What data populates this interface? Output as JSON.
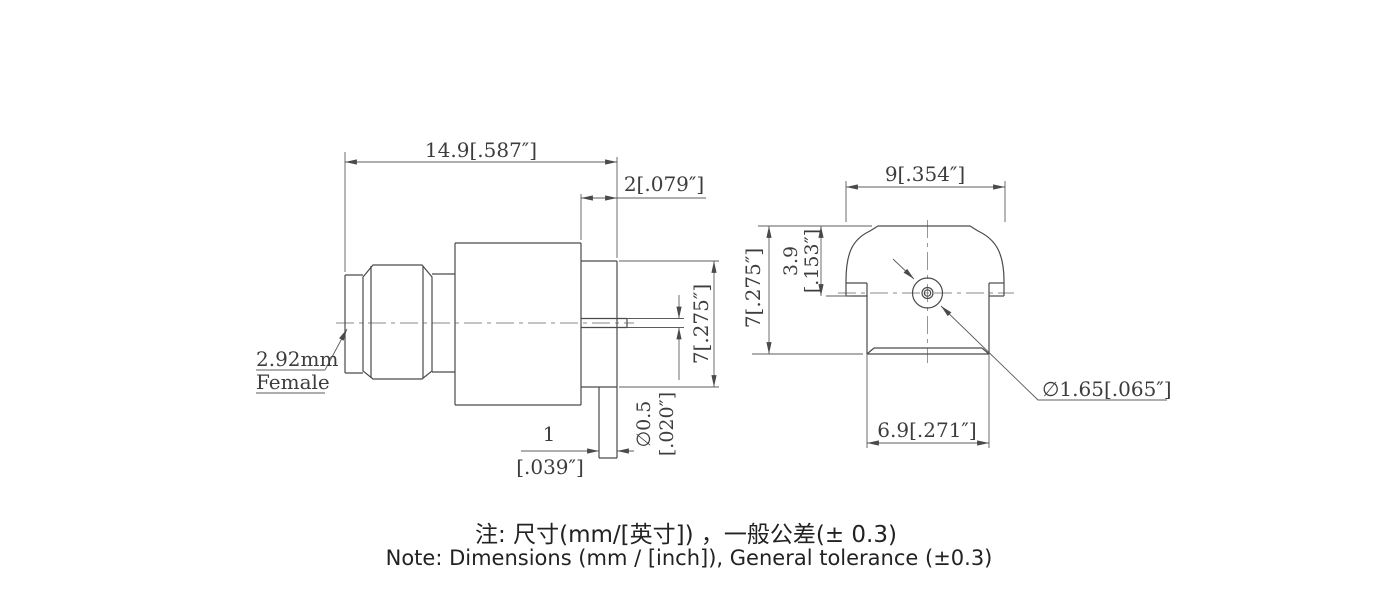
{
  "side_view": {
    "connector_size": "2.92mm",
    "connector_gender": "Female",
    "overall_length": "14.9[.587″]",
    "flange_thickness": "2[.079″]",
    "flange_height": "7[.275″]",
    "pin_diameter": "∅0.5",
    "pin_diameter_inch": "[.020″]",
    "leg_width": "1",
    "leg_width_inch": "[.039″]"
  },
  "end_view": {
    "body_width": "9[.354″]",
    "step_height": "3.9",
    "step_height_inch": "[.153″]",
    "body_height": "7[.275″]",
    "base_width": "6.9[.271″]",
    "hole_diameter": "∅1.65[.065″]"
  },
  "notes": {
    "chinese": "注: 尺寸(mm/[英寸]) ，一般公差(± 0.3)",
    "english": "Note: Dimensions (mm / [inch]), General tolerance (±0.3)"
  }
}
